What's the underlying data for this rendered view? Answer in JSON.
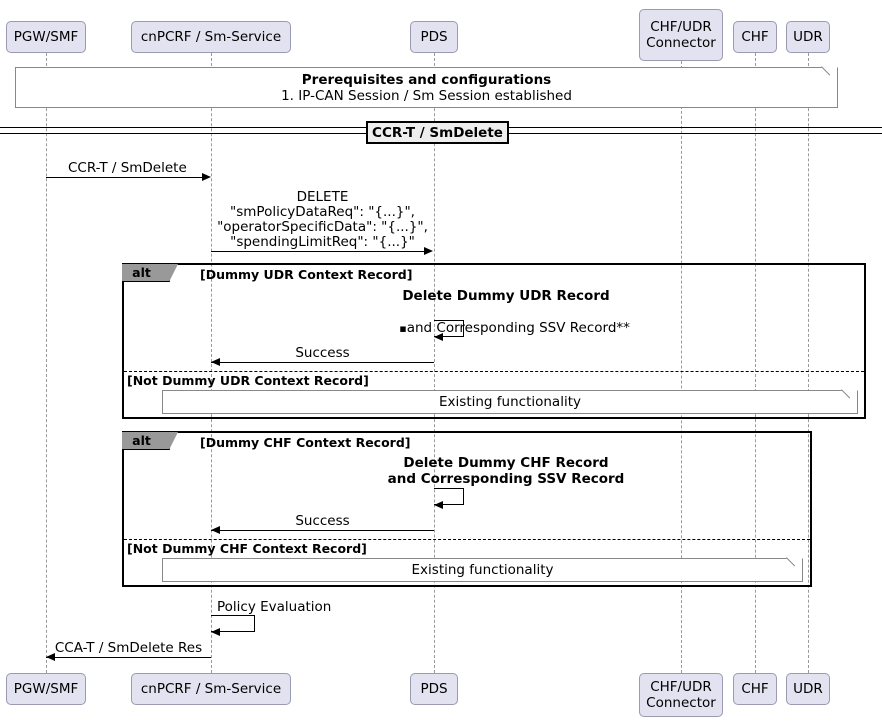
{
  "diagram": {
    "type": "uml-sequence-diagram",
    "title": "CCR-T / SmDelete"
  },
  "participants": [
    {
      "id": "pgw",
      "label": "PGW/SMF"
    },
    {
      "id": "cnpcrf",
      "label": "cnPCRF / Sm-Service"
    },
    {
      "id": "pds",
      "label": "PDS"
    },
    {
      "id": "connector",
      "label": "CHF/UDR\nConnector"
    },
    {
      "id": "chf",
      "label": "CHF"
    },
    {
      "id": "udr",
      "label": "UDR"
    }
  ],
  "notes": {
    "prerequisites": {
      "title": "Prerequisites and configurations",
      "line1": "1. IP-CAN Session / Sm Session established"
    },
    "existing_functionality_udr": "Existing functionality",
    "existing_functionality_chf": "Existing functionality"
  },
  "divider": {
    "label": "CCR-T / SmDelete"
  },
  "messages": {
    "ccr_t_smdelete": "CCR-T / SmDelete",
    "delete_request": {
      "line1": "DELETE",
      "line2": "\"smPolicyDataReq\": \"{...}\",",
      "line3": "\"operatorSpecificData\": \"{...}\",",
      "line4": "\"spendingLimitReq\": \"{...}\""
    },
    "delete_dummy_udr": {
      "line1": "Delete Dummy UDR Record",
      "bullet": "▪",
      "line2": "and Corresponding SSV Record**"
    },
    "success_udr": "Success",
    "delete_dummy_chf": {
      "line1": "Delete Dummy CHF Record",
      "line2": "and Corresponding SSV Record"
    },
    "success_chf": "Success",
    "policy_evaluation": "Policy Evaluation",
    "cca_t_smdelete_res": "CCA-T / SmDelete Res"
  },
  "fragments": [
    {
      "id": "alt-udr",
      "operator": "alt",
      "guard_primary": "[Dummy UDR Context Record]",
      "guard_else": "[Not Dummy UDR Context Record]"
    },
    {
      "id": "alt-chf",
      "operator": "alt",
      "guard_primary": "[Dummy CHF Context Record]",
      "guard_else": "[Not Dummy CHF Context Record]"
    }
  ],
  "colors": {
    "participant_fill": "#E2E2F0",
    "participant_border": "#9a9ab0",
    "frame_tab_fill": "#999999",
    "divider_fill": "#EEEEEE",
    "lifeline": "#9a9a9a",
    "line": "#000000",
    "background": "#ffffff"
  }
}
